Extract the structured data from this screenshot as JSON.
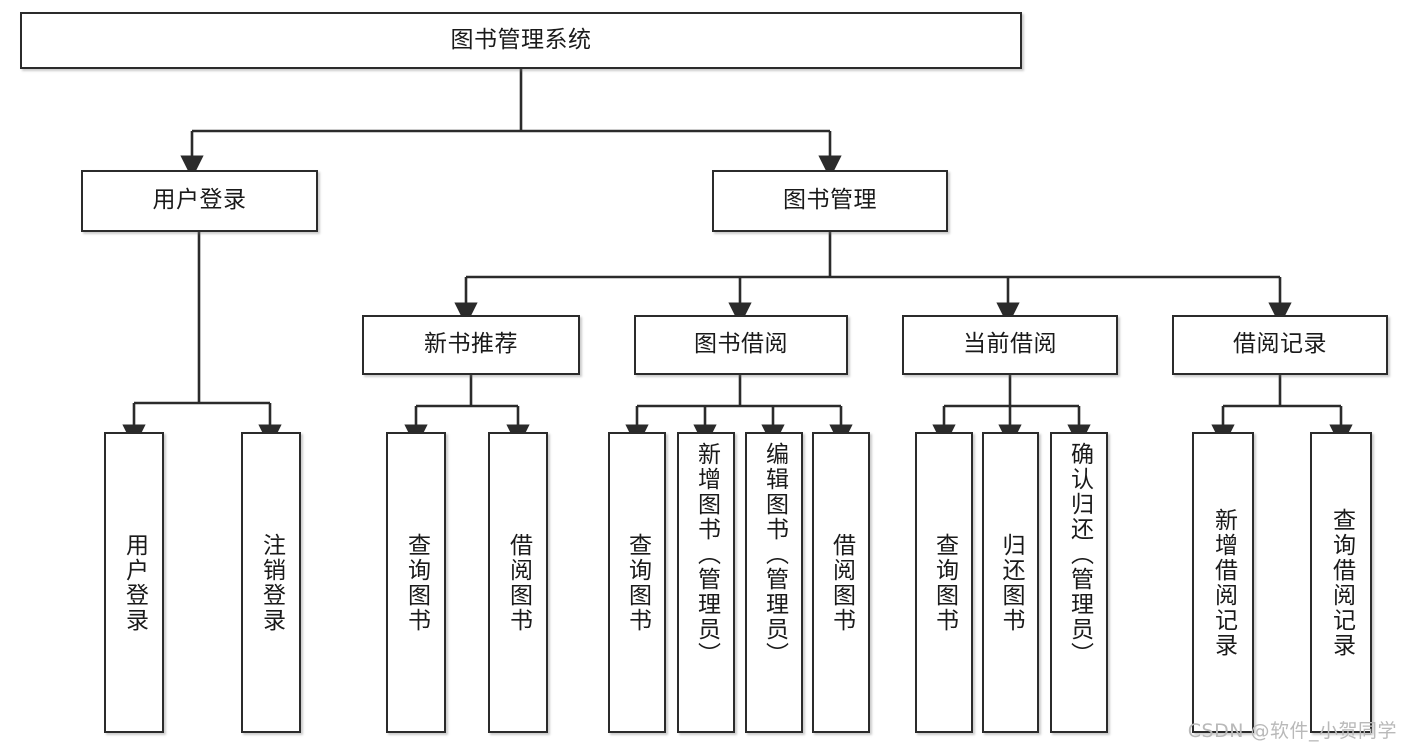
{
  "diagram": {
    "title": "图书管理系统",
    "watermark": "CSDN @软件_小贺同学",
    "line_color": "#2b2b2b",
    "box_fill": "#ffffff",
    "text_color": "#1a1a1a",
    "watermark_color": "#b9b9b9"
  },
  "nodes": {
    "root": {
      "label": "图书管理系统"
    },
    "level2": [
      {
        "label": "用户登录"
      },
      {
        "label": "图书管理"
      }
    ],
    "level3": [
      {
        "label": "新书推荐"
      },
      {
        "label": "图书借阅"
      },
      {
        "label": "当前借阅"
      },
      {
        "label": "借阅记录"
      }
    ],
    "leaves": {
      "user_login": [
        {
          "label": "用户登录"
        },
        {
          "label": "注销登录"
        }
      ],
      "new_book": [
        {
          "label": "查询图书"
        },
        {
          "label": "借阅图书"
        }
      ],
      "book_borrow": [
        {
          "label": "查询图书"
        },
        {
          "label": "新增图书（管理员）"
        },
        {
          "label": "编辑图书（管理员）"
        },
        {
          "label": "借阅图书"
        }
      ],
      "current_borrow": [
        {
          "label": "查询图书"
        },
        {
          "label": "归还图书"
        },
        {
          "label": "确认归还（管理员）"
        }
      ],
      "borrow_record": [
        {
          "label": "新增借阅记录"
        },
        {
          "label": "查询借阅记录"
        }
      ]
    }
  }
}
